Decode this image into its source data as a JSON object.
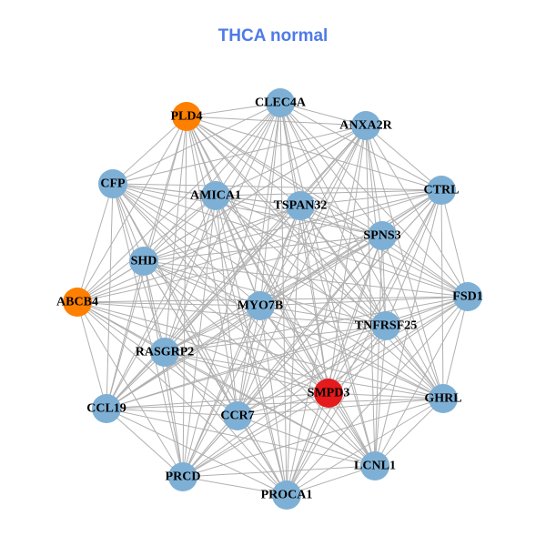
{
  "title": "THCA normal",
  "colors": {
    "title": "#4f7ae8",
    "default": "#7eb0d5",
    "orange": "#ff7f00",
    "red": "#e41a1c",
    "edge": "#b0b0b0"
  },
  "nodes": [
    {
      "id": "PLD4",
      "color": "orange"
    },
    {
      "id": "CLEC4A",
      "color": "default"
    },
    {
      "id": "ANXA2R",
      "color": "default"
    },
    {
      "id": "CFP",
      "color": "default"
    },
    {
      "id": "AMICA1",
      "color": "default"
    },
    {
      "id": "TSPAN32",
      "color": "default"
    },
    {
      "id": "CTRL",
      "color": "default"
    },
    {
      "id": "SPNS3",
      "color": "default"
    },
    {
      "id": "SHD",
      "color": "default"
    },
    {
      "id": "FSD1",
      "color": "default"
    },
    {
      "id": "ABCB4",
      "color": "orange"
    },
    {
      "id": "MYO7B",
      "color": "default"
    },
    {
      "id": "TNFRSF25",
      "color": "default"
    },
    {
      "id": "RASGRP2",
      "color": "default"
    },
    {
      "id": "SMPD3",
      "color": "red"
    },
    {
      "id": "GHRL",
      "color": "default"
    },
    {
      "id": "CCL19",
      "color": "default"
    },
    {
      "id": "CCR7",
      "color": "default"
    },
    {
      "id": "LCNL1",
      "color": "default"
    },
    {
      "id": "PRCD",
      "color": "default"
    },
    {
      "id": "PROCA1",
      "color": "default"
    }
  ]
}
